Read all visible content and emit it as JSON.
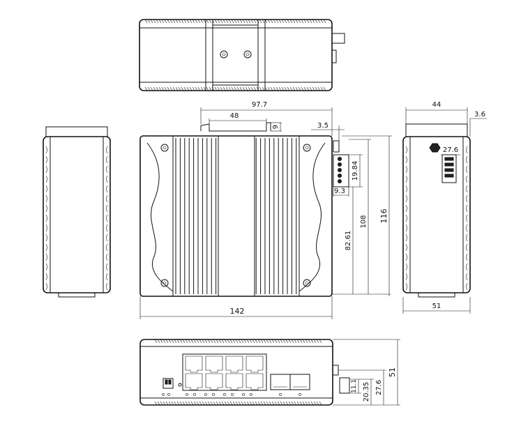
{
  "dimensions": {
    "front_width_total": "97.7",
    "front_rail_width": "48",
    "front_rail_depth": "9",
    "front_connector_offset": "3.5",
    "front_connector_height": "19.84",
    "front_connector_width": "9.3",
    "front_height_108": "108",
    "front_height_82": "82.61",
    "front_height_116": "116",
    "front_length_142": "142",
    "side_width_44": "44",
    "side_offset_3_6": "3.6",
    "side_connector_27_6": "27.6",
    "side_width_51": "51",
    "bottom_height_51": "51",
    "bottom_height_27_6": "27.6",
    "bottom_height_20_35": "20.35",
    "bottom_height_11_1": "11.1"
  }
}
